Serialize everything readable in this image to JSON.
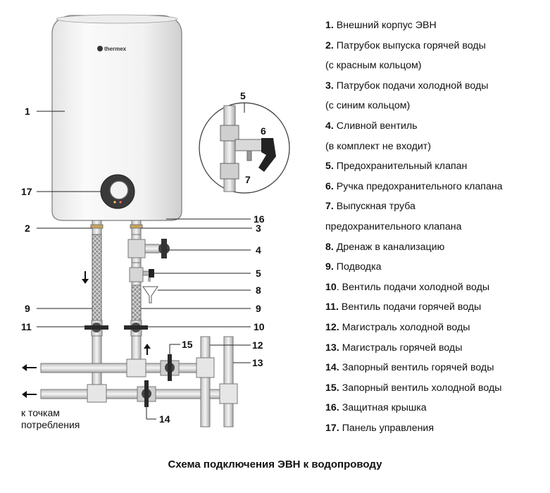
{
  "brand": "thermex",
  "callouts": {
    "n1": "1",
    "n2": "2",
    "n3": "3",
    "n4": "4",
    "n5": "5",
    "n6": "6",
    "n7": "7",
    "n8": "8",
    "n9a": "9",
    "n9b": "9",
    "n10": "10",
    "n11": "11",
    "n12": "12",
    "n13": "13",
    "n14": "14",
    "n15": "15",
    "n16": "16",
    "n17": "17"
  },
  "outlet_note": [
    "к точкам",
    "потребления"
  ],
  "legend": [
    {
      "num": "1.",
      "text": "Внешний корпус ЭВН"
    },
    {
      "num": "2.",
      "text": "Патрубок выпуска горячей воды"
    },
    {
      "num": "",
      "text": "(с красным кольцом)"
    },
    {
      "num": "3.",
      "text": "Патрубок подачи холодной воды"
    },
    {
      "num": "",
      "text": "(с синим кольцом)"
    },
    {
      "num": "4.",
      "text": "Сливной вентиль"
    },
    {
      "num": "",
      "text": "(в комплект не входит)"
    },
    {
      "num": "5.",
      "text": "Предохранительный клапан"
    },
    {
      "num": "6.",
      "text": "Ручка предохранительного клапана"
    },
    {
      "num": "7.",
      "text": "Выпускная труба"
    },
    {
      "num": "",
      "text": "предохранительного клапана"
    },
    {
      "num": "8.",
      "text": "Дренаж в канализацию"
    },
    {
      "num": "9.",
      "text": "Подводка"
    },
    {
      "num": "10",
      "text": ". Вентиль подачи холодной воды"
    },
    {
      "num": "11.",
      "text": "Вентиль подачи горячей воды"
    },
    {
      "num": "12.",
      "text": "Магистраль холодной воды"
    },
    {
      "num": "13.",
      "text": "Магистраль горячей воды"
    },
    {
      "num": "14.",
      "text": "Запорный вентиль горячей воды"
    },
    {
      "num": "15.",
      "text": "Запорный вентиль холодной воды"
    },
    {
      "num": "16.",
      "text": "Защитная крышка"
    },
    {
      "num": "17.",
      "text": "Панель управления"
    }
  ],
  "caption": "Схема подключения ЭВН к водопроводу"
}
